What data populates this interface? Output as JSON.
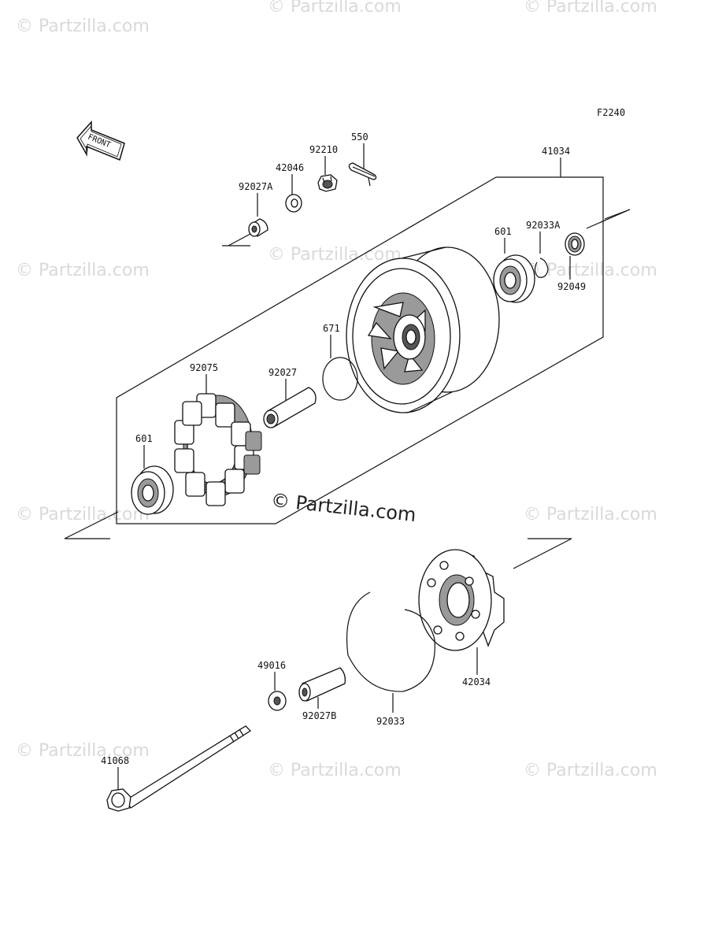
{
  "diagram": {
    "figure_code": "F2240",
    "front_arrow": "FRONT",
    "watermark_main": "© Partzilla.com",
    "watermark_faint": "© Partzilla.com",
    "callouts": {
      "p41034": "41034",
      "p550": "550",
      "p92210": "92210",
      "p42046": "42046",
      "p92027A": "92027A",
      "p601_top": "601",
      "p92033A": "92033A",
      "p92049": "92049",
      "p671": "671",
      "p92075": "92075",
      "p92027": "92027",
      "p601_left": "601",
      "p42034": "42034",
      "p49016": "49016",
      "p92027B": "92027B",
      "p92033": "92033",
      "p41068": "41068"
    }
  }
}
